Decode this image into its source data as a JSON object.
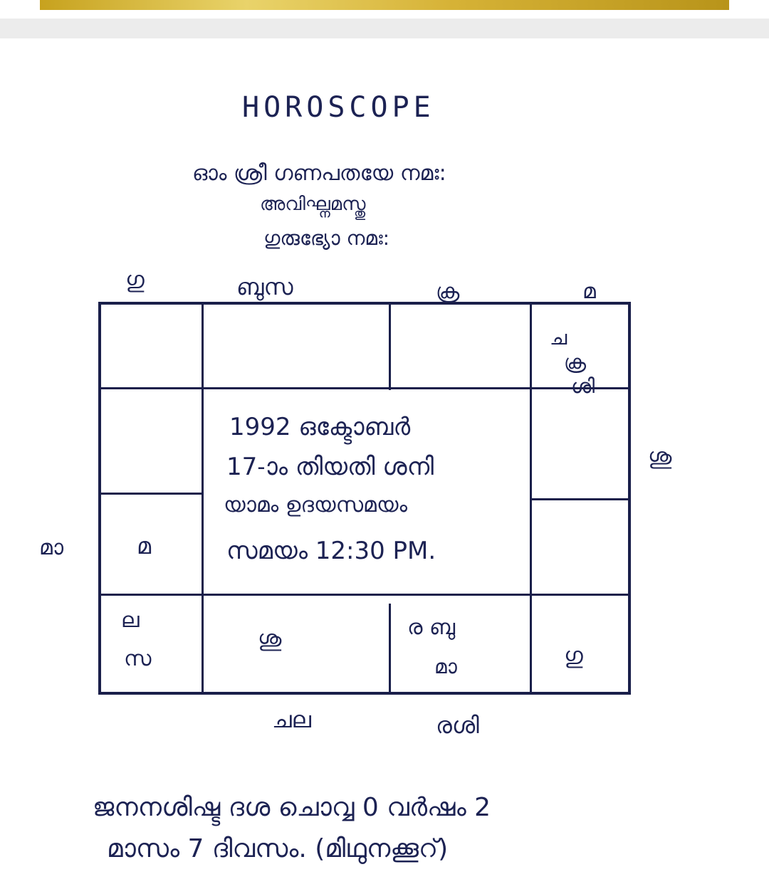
{
  "title": "HOROSCOPE",
  "invocation": {
    "line1": "ഓം ശ്രീ ഗണപതയേ നമഃ:",
    "line2": "അവിഘ്നമസ്തു",
    "line3": "ഗുരുഭ്യോ നമഃ:"
  },
  "outside_labels": {
    "top_1": "ഗു",
    "top_2": "ബുസ",
    "top_3": "ക്ര",
    "top_4": "മ",
    "right": "ശു",
    "left": "മാ",
    "bottom_1": "ചല",
    "bottom_2": "രശി"
  },
  "cells": {
    "r1c4": [
      "ച",
      "ക്ര",
      "ശി"
    ],
    "r4c1": [
      "മ"
    ],
    "r5c1": [
      "ല",
      "സ"
    ],
    "r5c2": [
      "ശു"
    ],
    "r5c3": [
      "ര ബു",
      "മാ"
    ],
    "r5c4": [
      "ഗു"
    ]
  },
  "center": {
    "line1": "1992 ഒക്ടോബർ",
    "line2": "17-ാം തിയതി ശനി",
    "line3": "യാമം ഉദയസമയം",
    "line4": "സമയം 12:30 PM."
  },
  "footer": {
    "line1": "ജനനശിഷ്ട ദശ ചൊവ്വ 0 വർഷം 2",
    "line2": "മാസം 7 ദിവസം. (മിഥുനക്കൂറ്)"
  }
}
